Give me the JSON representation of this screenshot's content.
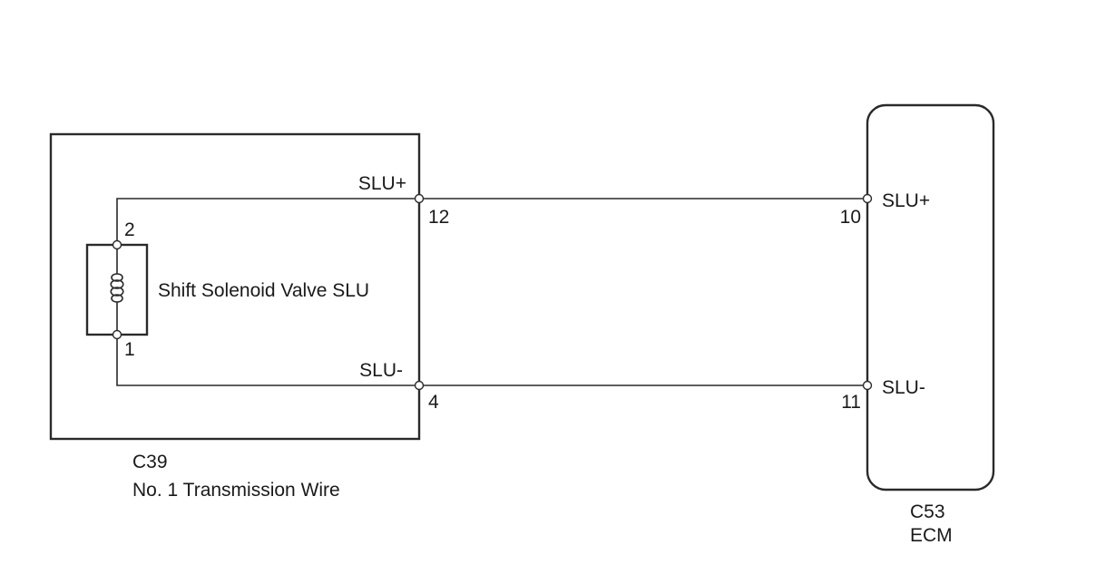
{
  "connectors": {
    "c39": {
      "code": "C39",
      "name": "No. 1 Transmission Wire",
      "component_label": "Shift Solenoid Valve SLU",
      "pins": {
        "solenoid_top": "2",
        "solenoid_bottom": "1",
        "slu_plus_pin": "12",
        "slu_minus_pin": "4"
      },
      "signals": {
        "slu_plus": "SLU+",
        "slu_minus": "SLU-"
      }
    },
    "c53": {
      "code": "C53",
      "name": "ECM",
      "pins": {
        "slu_plus_pin": "10",
        "slu_minus_pin": "11"
      },
      "signals": {
        "slu_plus": "SLU+",
        "slu_minus": "SLU-"
      }
    }
  }
}
